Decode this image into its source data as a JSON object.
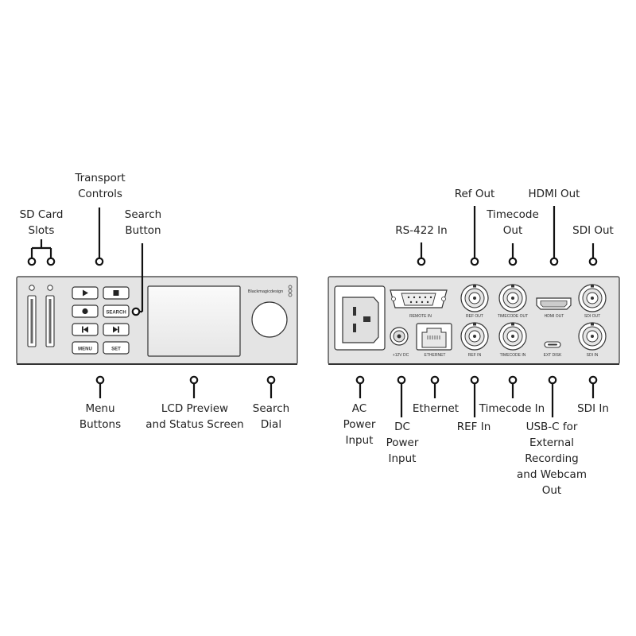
{
  "callouts": {
    "transport_controls": "Transport\nControls",
    "sd_card_slots": "SD Card\nSlots",
    "search_button": "Search\nButton",
    "menu_buttons": "Menu\nButtons",
    "lcd_preview": "LCD Preview\nand Status Screen",
    "search_dial": "Search\nDial",
    "rs422_in": "RS-422 In",
    "ref_out": "Ref Out",
    "timecode_out": "Timecode\nOut",
    "hdmi_out": "HDMI Out",
    "sdi_out": "SDI Out",
    "ac_power_input": "AC\nPower\nInput",
    "dc_power_input": "DC\nPower\nInput",
    "ethernet": "Ethernet",
    "ref_in": "REF In",
    "timecode_in": "Timecode In",
    "usbc": "USB-C for\nExternal Recording\nand Webcam Out",
    "sdi_in": "SDI In"
  },
  "front_panel": {
    "brand": "Blackmagicdesign",
    "btn_search": "SEARCH",
    "btn_menu": "MENU",
    "btn_set": "SET"
  },
  "rear_panel": {
    "remote_in": "REMOTE IN",
    "ref_out": "REF OUT",
    "timecode_out": "TIMECODE OUT",
    "hdmi_out": "HDMI OUT",
    "sdi_out": "SDI OUT",
    "dc_12v": "+12V DC",
    "ethernet": "ETHERNET",
    "ref_in": "REF IN",
    "timecode_in": "TIMECODE IN",
    "ext_disk": "EXT DISK",
    "sdi_in": "SDI IN"
  }
}
